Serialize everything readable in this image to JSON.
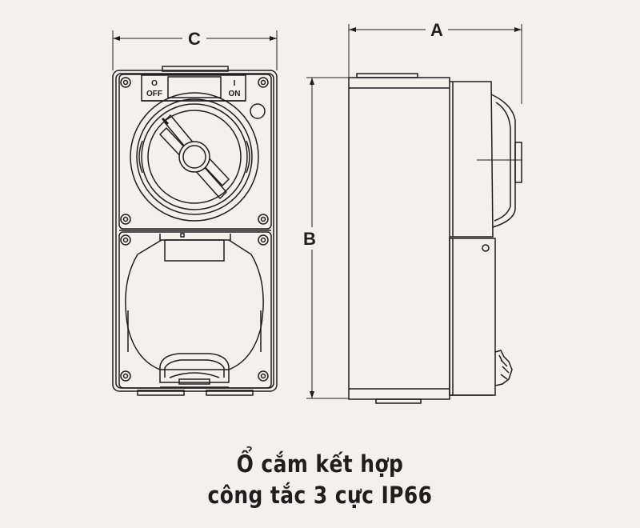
{
  "dimensions": {
    "a": "A",
    "b": "B",
    "c": "C"
  },
  "switch_labels": {
    "off_symbol": "O",
    "off": "OFF",
    "on_symbol": "I",
    "on": "ON"
  },
  "caption": {
    "line1": "Ổ cắm kết hợp",
    "line2": "công tắc 3 cực IP66"
  },
  "colors": {
    "line": "#1e1e1e",
    "background": "#f2f1ee"
  }
}
